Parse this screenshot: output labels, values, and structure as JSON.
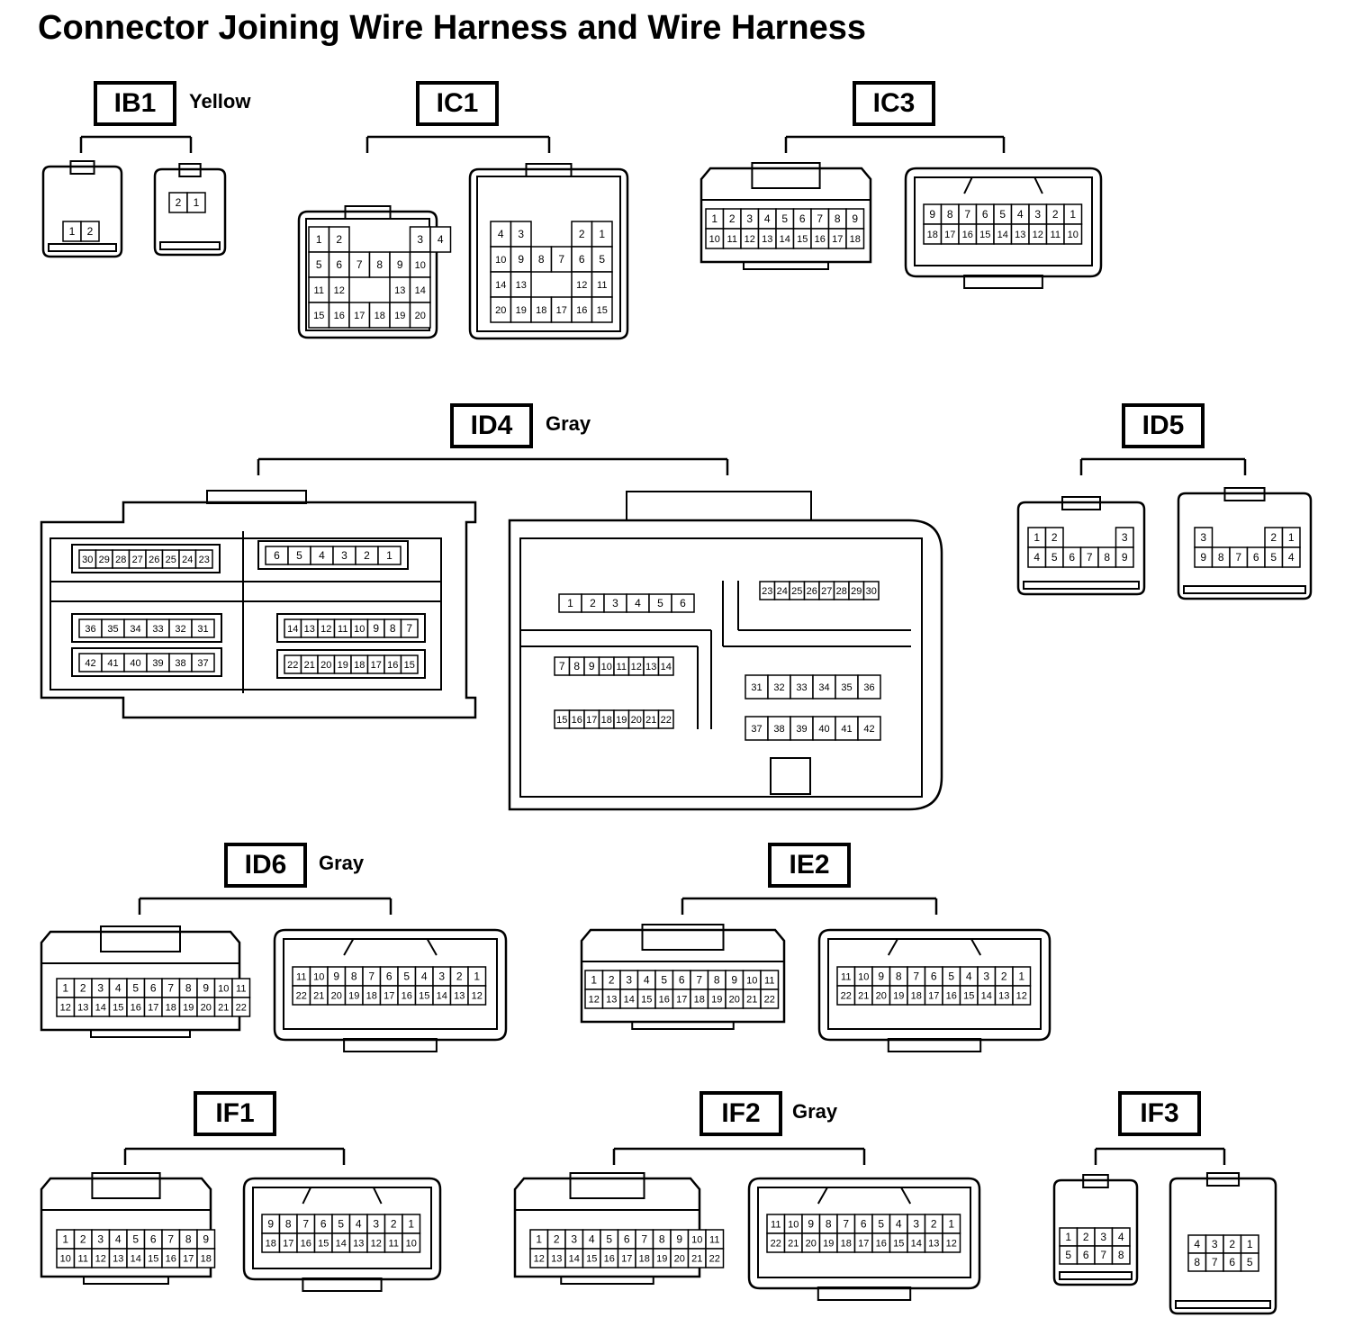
{
  "title": "Connector Joining Wire Harness and Wire Harness",
  "groups": [
    {
      "id": "IB1",
      "color": "Yellow",
      "connectors": [
        {
          "rows": [
            [
              "1",
              "2"
            ]
          ]
        },
        {
          "rows": [
            [
              "2",
              "1"
            ]
          ]
        }
      ]
    },
    {
      "id": "IC1",
      "color": "",
      "connectors": [
        {
          "rows": [
            [
              "1",
              "2",
              "",
              "",
              "",
              "3",
              "4"
            ],
            [
              "5",
              "6",
              "7",
              "8",
              "9",
              "10"
            ],
            [
              "11",
              "12",
              "",
              "",
              "13",
              "14"
            ],
            [
              "15",
              "16",
              "17",
              "18",
              "19",
              "20"
            ]
          ]
        },
        {
          "rows": [
            [
              "4",
              "3",
              "",
              "",
              "2",
              "1"
            ],
            [
              "10",
              "9",
              "8",
              "7",
              "6",
              "5"
            ],
            [
              "14",
              "13",
              "",
              "",
              "12",
              "11"
            ],
            [
              "20",
              "19",
              "18",
              "17",
              "16",
              "15"
            ]
          ]
        }
      ]
    },
    {
      "id": "IC3",
      "color": "",
      "connectors": [
        {
          "rows": [
            [
              "1",
              "2",
              "3",
              "4",
              "5",
              "6",
              "7",
              "8",
              "9"
            ],
            [
              "10",
              "11",
              "12",
              "13",
              "14",
              "15",
              "16",
              "17",
              "18"
            ]
          ]
        },
        {
          "rows": [
            [
              "9",
              "8",
              "7",
              "6",
              "5",
              "4",
              "3",
              "2",
              "1"
            ],
            [
              "18",
              "17",
              "16",
              "15",
              "14",
              "13",
              "12",
              "11",
              "10"
            ]
          ]
        }
      ]
    },
    {
      "id": "ID4",
      "color": "Gray",
      "connectors": [
        {
          "blocks": [
            [
              "30",
              "29",
              "28",
              "27",
              "26",
              "25",
              "24",
              "23"
            ],
            [
              "6",
              "5",
              "4",
              "3",
              "2",
              "1"
            ],
            [
              "36",
              "35",
              "34",
              "33",
              "32",
              "31"
            ],
            [
              "14",
              "13",
              "12",
              "11",
              "10",
              "9",
              "8",
              "7"
            ],
            [
              "42",
              "41",
              "40",
              "39",
              "38",
              "37"
            ],
            [
              "22",
              "21",
              "20",
              "19",
              "18",
              "17",
              "16",
              "15"
            ]
          ]
        },
        {
          "blocks": [
            [
              "1",
              "2",
              "3",
              "4",
              "5",
              "6"
            ],
            [
              "23",
              "24",
              "25",
              "26",
              "27",
              "28",
              "29",
              "30"
            ],
            [
              "7",
              "8",
              "9",
              "10",
              "11",
              "12",
              "13",
              "14"
            ],
            [
              "31",
              "32",
              "33",
              "34",
              "35",
              "36"
            ],
            [
              "15",
              "16",
              "17",
              "18",
              "19",
              "20",
              "21",
              "22"
            ],
            [
              "37",
              "38",
              "39",
              "40",
              "41",
              "42"
            ]
          ]
        }
      ]
    },
    {
      "id": "ID5",
      "color": "",
      "connectors": [
        {
          "rows": [
            [
              "1",
              "2",
              "",
              "",
              "",
              "3"
            ],
            [
              "4",
              "5",
              "6",
              "7",
              "8",
              "9"
            ]
          ]
        },
        {
          "rows": [
            [
              "3",
              "",
              "",
              "",
              "2",
              "1"
            ],
            [
              "9",
              "8",
              "7",
              "6",
              "5",
              "4"
            ]
          ]
        }
      ]
    },
    {
      "id": "ID6",
      "color": "Gray",
      "connectors": [
        {
          "rows": [
            [
              "1",
              "2",
              "3",
              "4",
              "5",
              "6",
              "7",
              "8",
              "9",
              "10",
              "11"
            ],
            [
              "12",
              "13",
              "14",
              "15",
              "16",
              "17",
              "18",
              "19",
              "20",
              "21",
              "22"
            ]
          ]
        },
        {
          "rows": [
            [
              "11",
              "10",
              "9",
              "8",
              "7",
              "6",
              "5",
              "4",
              "3",
              "2",
              "1"
            ],
            [
              "22",
              "21",
              "20",
              "19",
              "18",
              "17",
              "16",
              "15",
              "14",
              "13",
              "12"
            ]
          ]
        }
      ]
    },
    {
      "id": "IE2",
      "color": "",
      "connectors": [
        {
          "rows": [
            [
              "1",
              "2",
              "3",
              "4",
              "5",
              "6",
              "7",
              "8",
              "9",
              "10",
              "11"
            ],
            [
              "12",
              "13",
              "14",
              "15",
              "16",
              "17",
              "18",
              "19",
              "20",
              "21",
              "22"
            ]
          ]
        },
        {
          "rows": [
            [
              "11",
              "10",
              "9",
              "8",
              "7",
              "6",
              "5",
              "4",
              "3",
              "2",
              "1"
            ],
            [
              "22",
              "21",
              "20",
              "19",
              "18",
              "17",
              "16",
              "15",
              "14",
              "13",
              "12"
            ]
          ]
        }
      ]
    },
    {
      "id": "IF1",
      "color": "",
      "connectors": [
        {
          "rows": [
            [
              "1",
              "2",
              "3",
              "4",
              "5",
              "6",
              "7",
              "8",
              "9"
            ],
            [
              "10",
              "11",
              "12",
              "13",
              "14",
              "15",
              "16",
              "17",
              "18"
            ]
          ]
        },
        {
          "rows": [
            [
              "9",
              "8",
              "7",
              "6",
              "5",
              "4",
              "3",
              "2",
              "1"
            ],
            [
              "18",
              "17",
              "16",
              "15",
              "14",
              "13",
              "12",
              "11",
              "10"
            ]
          ]
        }
      ]
    },
    {
      "id": "IF2",
      "color": "Gray",
      "connectors": [
        {
          "rows": [
            [
              "1",
              "2",
              "3",
              "4",
              "5",
              "6",
              "7",
              "8",
              "9",
              "10",
              "11"
            ],
            [
              "12",
              "13",
              "14",
              "15",
              "16",
              "17",
              "18",
              "19",
              "20",
              "21",
              "22"
            ]
          ]
        },
        {
          "rows": [
            [
              "11",
              "10",
              "9",
              "8",
              "7",
              "6",
              "5",
              "4",
              "3",
              "2",
              "1"
            ],
            [
              "22",
              "21",
              "20",
              "19",
              "18",
              "17",
              "16",
              "15",
              "14",
              "13",
              "12"
            ]
          ]
        }
      ]
    },
    {
      "id": "IF3",
      "color": "",
      "connectors": [
        {
          "rows": [
            [
              "1",
              "2",
              "3",
              "4"
            ],
            [
              "5",
              "6",
              "7",
              "8"
            ]
          ]
        },
        {
          "rows": [
            [
              "4",
              "3",
              "2",
              "1"
            ],
            [
              "8",
              "7",
              "6",
              "5"
            ]
          ]
        }
      ]
    }
  ]
}
